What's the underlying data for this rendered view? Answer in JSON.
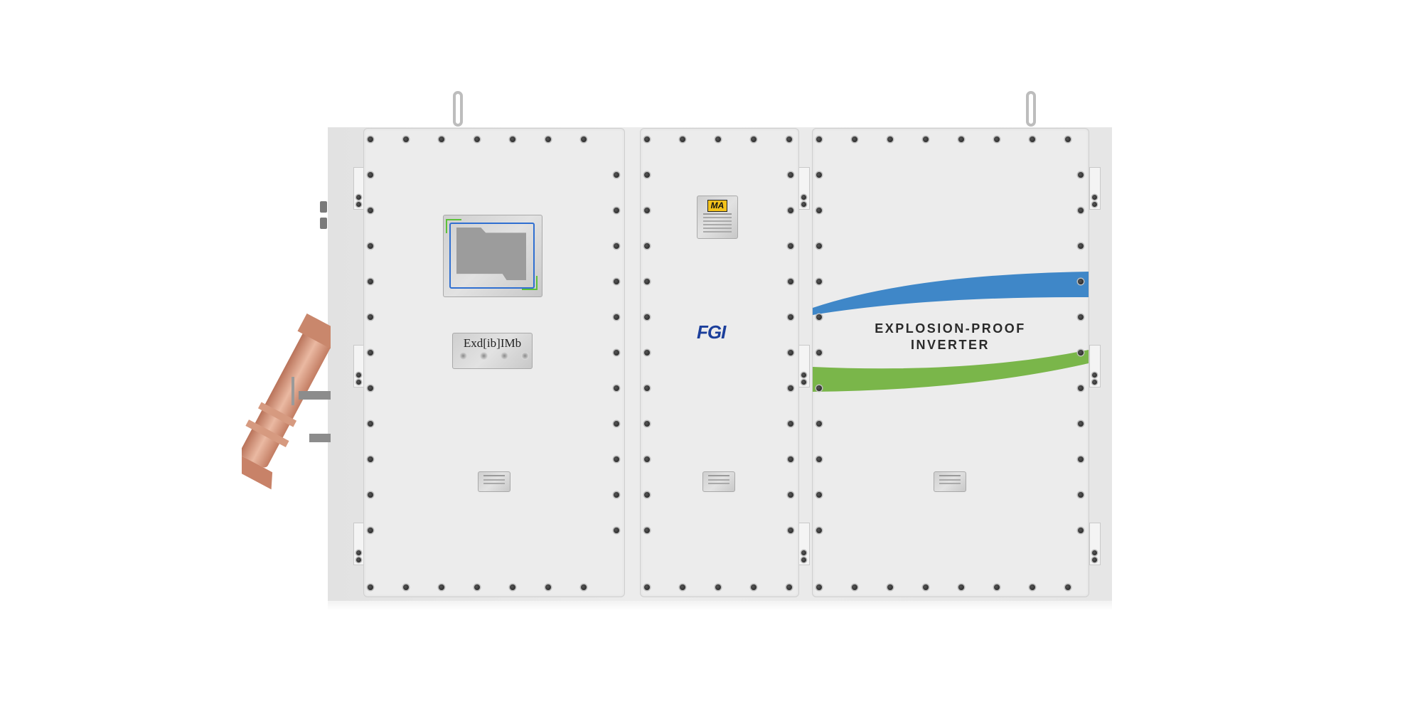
{
  "product": {
    "type_label": "EXPLOSION-PROOF",
    "type_label_line2": "INVERTER",
    "brand_logo": "FGI",
    "certification_mark": "MA",
    "ex_marking": "Exd[ib]IMb"
  },
  "colors": {
    "panel": "#ececec",
    "blue_band": "#3f87c8",
    "green_band": "#7ab64a",
    "brand_blue": "#1c3f9b",
    "ma_yellow": "#f3c21b",
    "copper": "#d59a7e"
  }
}
